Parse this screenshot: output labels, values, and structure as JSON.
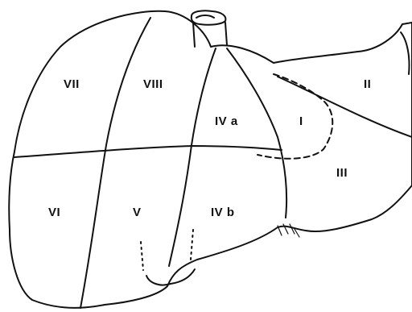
{
  "diagram": {
    "line_color": "#111111",
    "background": "#ffffff",
    "segments": [
      {
        "id": "VII",
        "label": "VII"
      },
      {
        "id": "VIII",
        "label": "VIII"
      },
      {
        "id": "IVa",
        "label": "IV a"
      },
      {
        "id": "I",
        "label": "I"
      },
      {
        "id": "II",
        "label": "II"
      },
      {
        "id": "III",
        "label": "III"
      },
      {
        "id": "VI",
        "label": "VI"
      },
      {
        "id": "V",
        "label": "V"
      },
      {
        "id": "IVb",
        "label": "IV b"
      }
    ]
  }
}
